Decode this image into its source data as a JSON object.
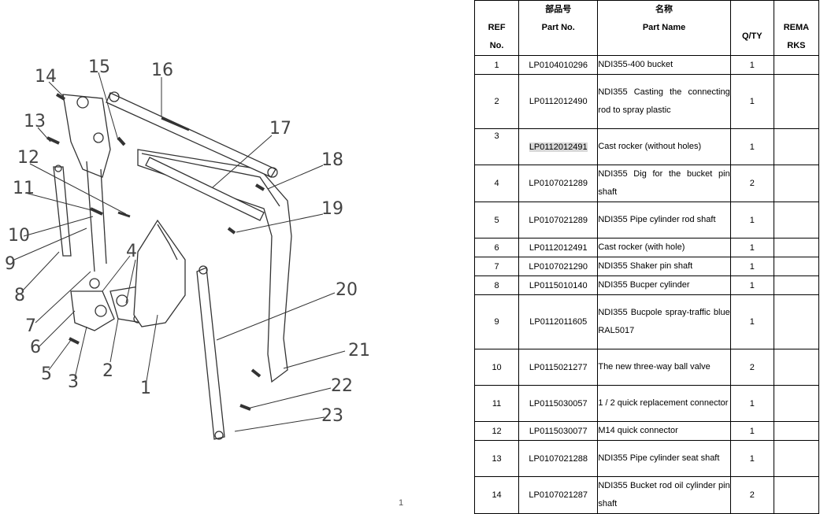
{
  "page_number": "1",
  "diagram": {
    "callouts": [
      "14",
      "15",
      "16",
      "13",
      "17",
      "12",
      "18",
      "11",
      "10",
      "19",
      "9",
      "8",
      "4",
      "7",
      "20",
      "6",
      "2",
      "21",
      "5",
      "3",
      "1",
      "22",
      "23"
    ]
  },
  "table": {
    "header": {
      "ref": [
        "REF",
        "No."
      ],
      "part_no_cn": "部品号",
      "part_no": "Part No.",
      "name_cn": "名称",
      "name": "Part Name",
      "qty": "Q/TY",
      "remarks": [
        "REMA",
        "RKS"
      ]
    },
    "rows": [
      {
        "ref": "1",
        "part_no": "LP0104010296",
        "name": "NDI355-400 bucket",
        "qty": "1"
      },
      {
        "ref": "2",
        "part_no": "LP0112012490",
        "name": "NDI355 Casting the connecting rod to spray plastic",
        "qty": "1"
      },
      {
        "ref": "3",
        "part_no": "LP0112012491",
        "name": "Cast rocker (without holes)",
        "qty": "1"
      },
      {
        "ref": "4",
        "part_no": "LP0107021289",
        "name": "NDI355 Dig for the bucket pin shaft",
        "qty": "2"
      },
      {
        "ref": "5",
        "part_no": "LP0107021289",
        "name": "NDI355 Pipe cylinder rod shaft",
        "qty": "1"
      },
      {
        "ref": "6",
        "part_no": "LP0112012491",
        "name": "Cast rocker (with hole)",
        "qty": "1"
      },
      {
        "ref": "7",
        "part_no": "LP0107021290",
        "name": "NDI355 Shaker pin shaft",
        "qty": "1"
      },
      {
        "ref": "8",
        "part_no": "LP0115010140",
        "name": "NDI355 Bucper cylinder",
        "qty": "1"
      },
      {
        "ref": "9",
        "part_no": "LP0112011605",
        "name": "NDI355 Bucpole spray-traffic blue RAL5017",
        "qty": "1"
      },
      {
        "ref": "10",
        "part_no": "LP0115021277",
        "name": "The new three-way ball valve",
        "qty": "2"
      },
      {
        "ref": "11",
        "part_no": "LP0115030057",
        "name": "1 / 2 quick replacement connector",
        "qty": "1"
      },
      {
        "ref": "12",
        "part_no": "LP0115030077",
        "name": "M14 quick connector",
        "qty": "1"
      },
      {
        "ref": "13",
        "part_no": "LP0107021288",
        "name": "NDI355 Pipe cylinder seat shaft",
        "qty": "1"
      },
      {
        "ref": "14",
        "part_no": "LP0107021287",
        "name": "NDI355 Bucket rod oil cylinder pin shaft",
        "qty": "2"
      }
    ]
  }
}
